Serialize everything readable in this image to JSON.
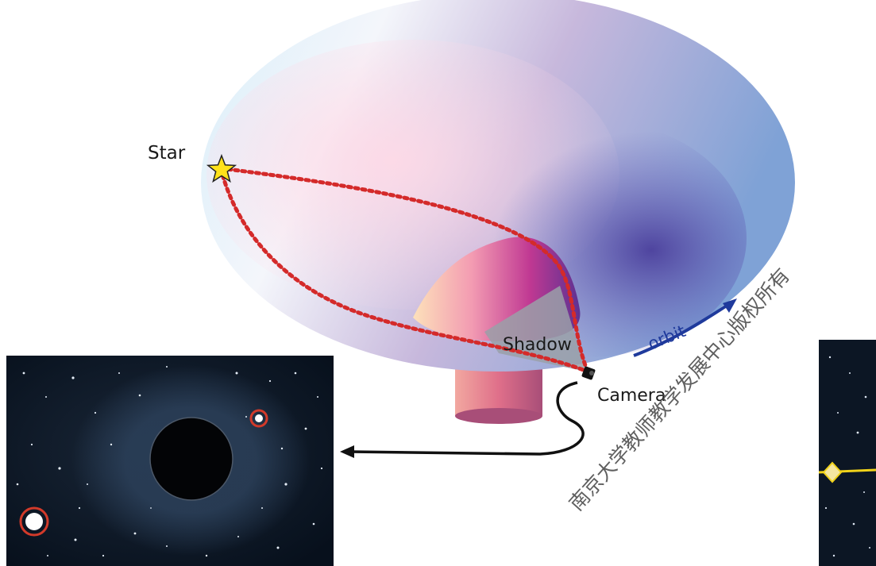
{
  "labels": {
    "star": "Star",
    "shadow": "Shadow",
    "camera": "Camera",
    "orbit": "orbit"
  },
  "watermark": "南京大学教师教学发展中心版权所有",
  "colors": {
    "path": "#d42a2a",
    "orbit_arrow": "#1f3a9c",
    "star_fill": "#ffe21a",
    "highlight_ring": "#d23a2a",
    "inset_line": "#f0d21a",
    "shadow_region": "#9aa0a8"
  },
  "icons": {
    "star": "star-icon",
    "camera": "camera-icon"
  }
}
